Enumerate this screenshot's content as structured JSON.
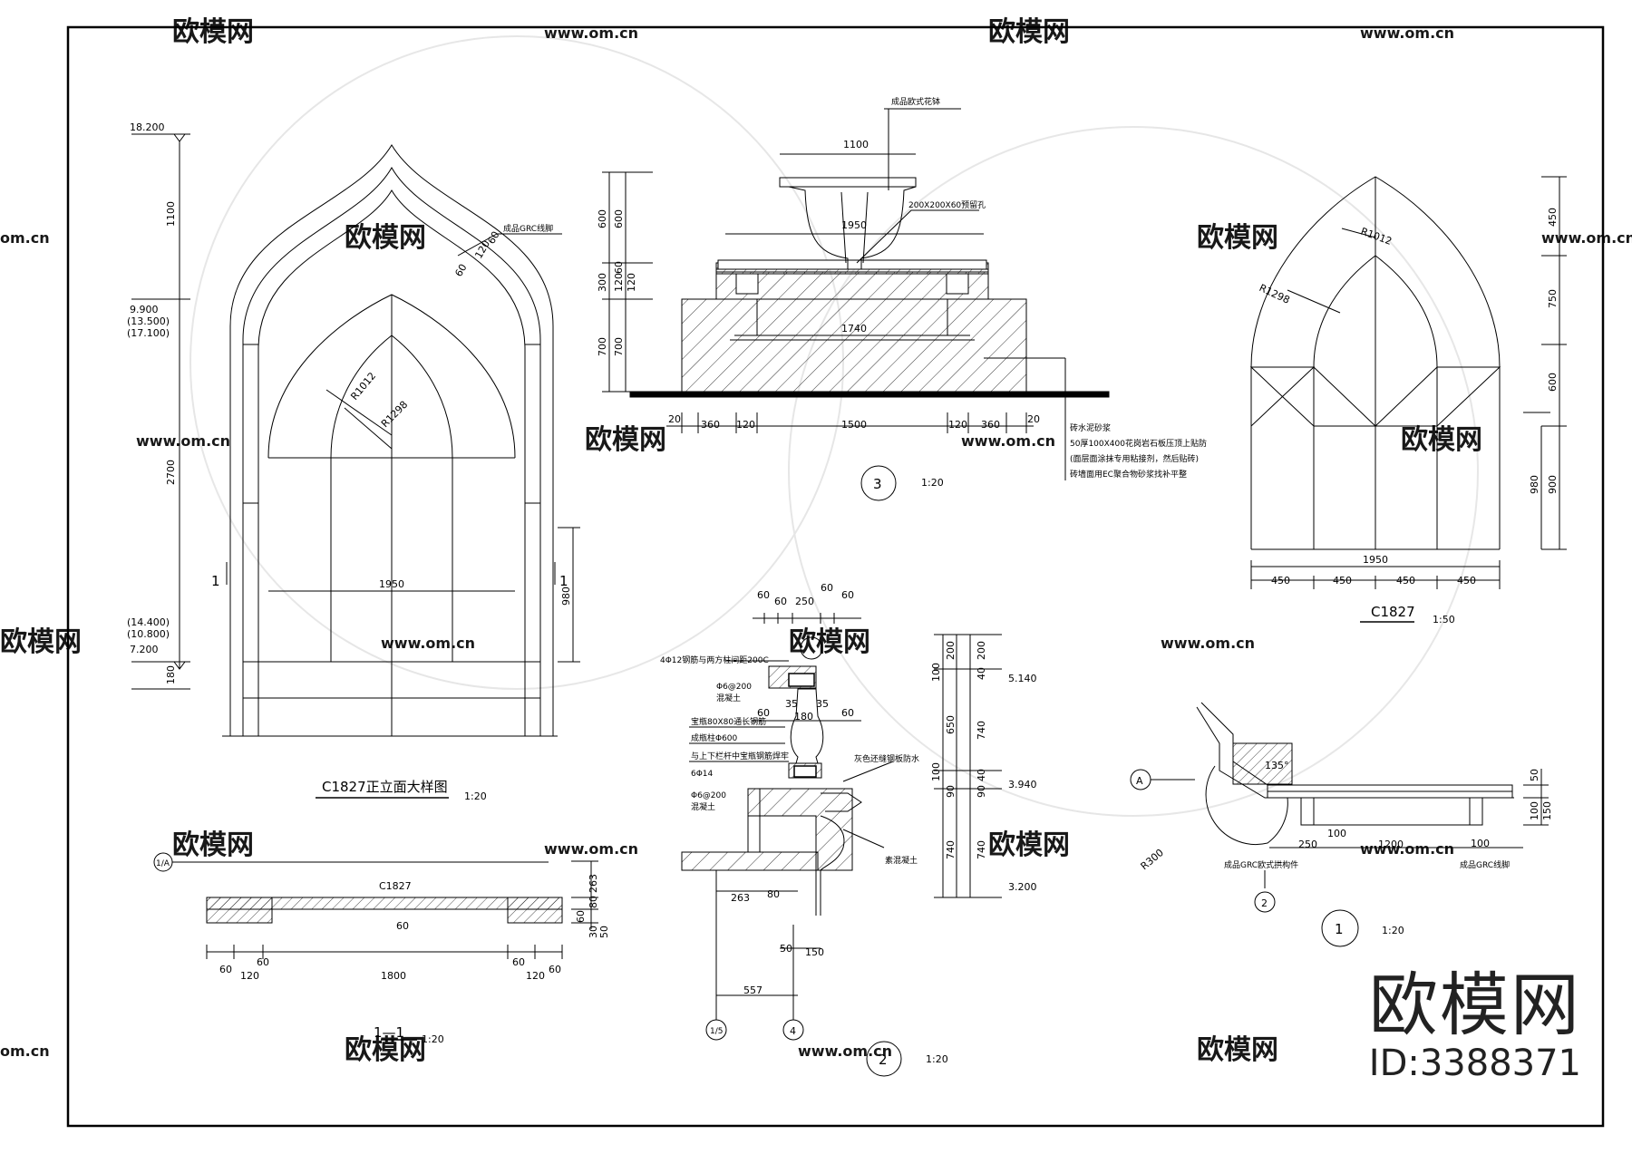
{
  "watermark": {
    "brand_cn": "欧模网",
    "url": "www.om.cn",
    "url_short": "om.cn"
  },
  "brand": {
    "name": "欧模网",
    "id_label": "ID:3388371"
  },
  "elevation_c1827": {
    "title": "C1827正立面大样图",
    "scale": "1:20",
    "levels": [
      "18.200",
      "9.900",
      "(13.500)",
      "(17.100)",
      "(14.400)",
      "(10.800)",
      "7.200"
    ],
    "dims_v": [
      "1100",
      "2700",
      "180"
    ],
    "width": "1950",
    "sill_height": "980",
    "radii": [
      "R1012",
      "R1298"
    ],
    "small_dims": [
      "60",
      "120",
      "60"
    ],
    "note_grc": "成品GRC线脚",
    "section_mark": "1"
  },
  "section_1_1": {
    "title": "1—1",
    "scale": "1:20",
    "axis": "1/A",
    "label": "C1827",
    "dims_bottom": [
      "60",
      "120",
      "60",
      "1800",
      "60",
      "120",
      "60"
    ],
    "dims_right": [
      "263",
      "80",
      "60",
      "30",
      "50"
    ],
    "mid": "60"
  },
  "detail_3": {
    "number": "3",
    "scale": "1:20",
    "note_top": "成品欧式花钵",
    "note_hole": "200X200X60预留孔",
    "dims_top": [
      "1100",
      "1950",
      "1740"
    ],
    "dims_left": [
      "600",
      "600",
      "300",
      "120",
      "60",
      "120",
      "700",
      "700"
    ],
    "dims_bottom": [
      "20",
      "360",
      "120",
      "1500",
      "120",
      "360",
      "20"
    ],
    "notes": [
      "砖水泥砂浆",
      "50厚100X400花岗岩石板压顶上贴防",
      "(面层面涂抹专用粘接剂，然后贴砖)",
      "砖墙面用EC聚合物砂浆找补平整"
    ]
  },
  "detail_2": {
    "number": "2",
    "scale": "1:20",
    "dims_top": [
      "60",
      "60",
      "250",
      "60",
      "60"
    ],
    "dims_mid": [
      "60",
      "35",
      "180",
      "35",
      "60"
    ],
    "dims_right": [
      "200",
      "200",
      "100",
      "40",
      "650",
      "740",
      "100",
      "40",
      "90",
      "90",
      "740",
      "740"
    ],
    "levels": [
      "5.140",
      "3.940",
      "3.200"
    ],
    "notes": [
      "4Φ12钢筋与两方柱间距200C",
      "Φ6@200",
      "混凝土",
      "宝瓶80X80通长钢筋",
      "成瓶柱Φ600",
      "与上下栏杆中宝瓶钢筋焊牢",
      "6Φ14",
      "Φ6@200",
      "混凝土",
      "灰色还缝钢板防水",
      "素混凝土"
    ],
    "dims_bottom": [
      "263",
      "80",
      "50",
      "150",
      "557"
    ],
    "axes": [
      "1/5",
      "4"
    ]
  },
  "c1827_plan": {
    "label": "C1827",
    "scale": "1:50",
    "radii": [
      "R1298",
      "R1012"
    ],
    "dims_right": [
      "450",
      "750",
      "600",
      "980",
      "900"
    ],
    "width": "1950",
    "dims_bottom": [
      "450",
      "450",
      "450",
      "450"
    ]
  },
  "detail_1": {
    "number": "1",
    "sub": "2",
    "scale": "1:20",
    "axis": "A",
    "radius": "R300",
    "angle": "135°",
    "dims": [
      "250",
      "100",
      "1200",
      "100",
      "50",
      "100",
      "150"
    ],
    "notes": [
      "成品GRC欧式拱构件",
      "成品GRC线脚"
    ]
  }
}
